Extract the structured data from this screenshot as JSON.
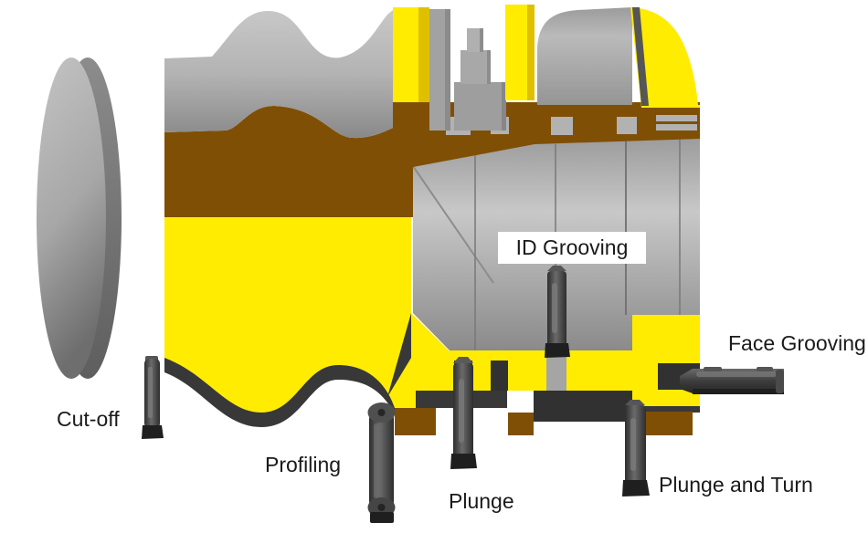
{
  "diagram": {
    "description": "Cross-section CAD illustration of a turned workpiece with grooving and turning tools",
    "labels": {
      "cut_off": "Cut-off",
      "profiling": "Profiling",
      "plunge": "Plunge",
      "id_grooving": "ID Grooving",
      "face_grooving": "Face Grooving",
      "plunge_and_turn": "Plunge and Turn"
    }
  },
  "colors": {
    "background": "#FFFFFF",
    "part_yellow": "#FFEC00",
    "part_yellow_shade": "#D9B800",
    "section_brown": "#7F4F05",
    "shadow_dark": "#383838",
    "groove_dark": "#313131",
    "tool_dark": "#1F1F1F",
    "label_text": "#1A1A1A",
    "label_box": "#FFFFFF"
  }
}
